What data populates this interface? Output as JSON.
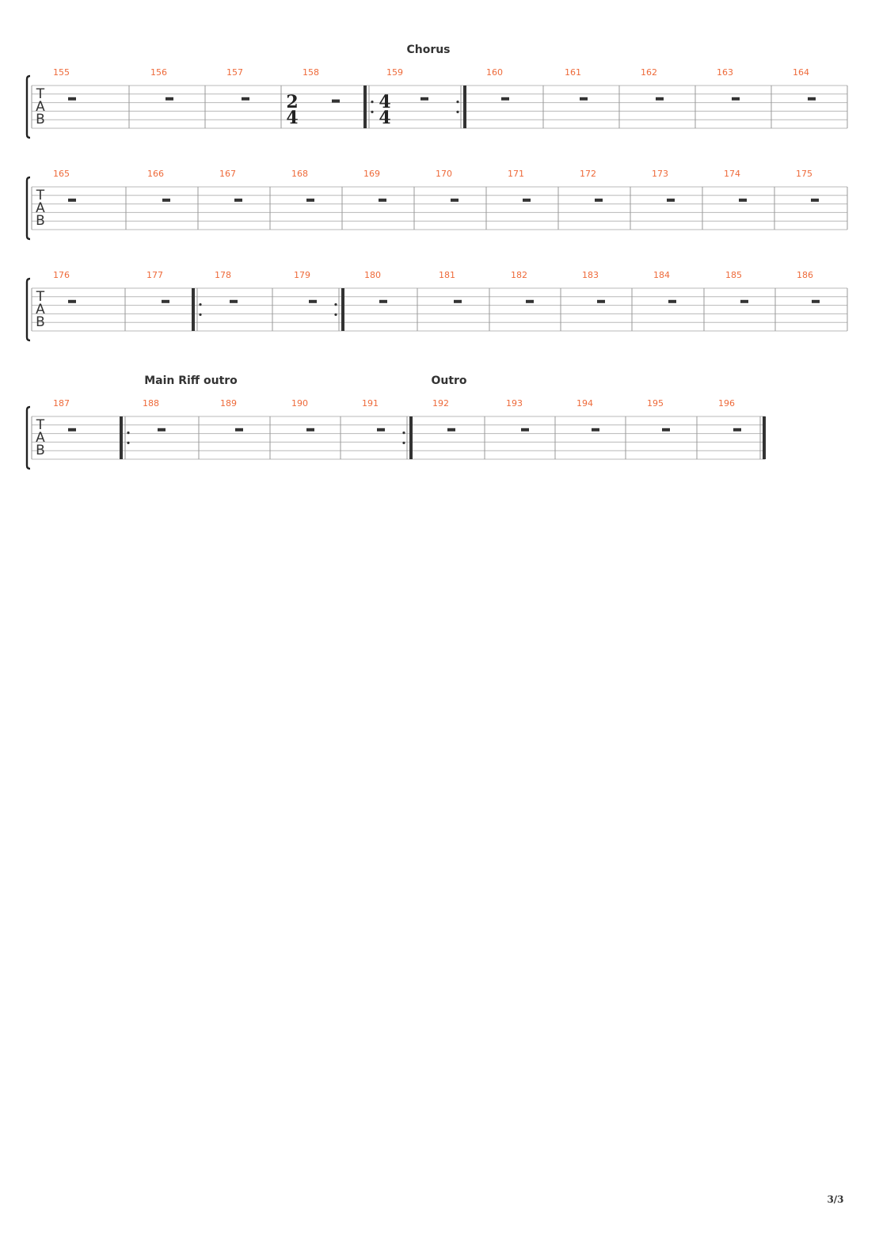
{
  "page": {
    "number_label": "3/3"
  },
  "colors": {
    "bar_number": "#ee6a3a",
    "staff_line": "#b8b8b8",
    "barline": "#999999",
    "ink": "#333333"
  },
  "tab_clef": [
    "T",
    "A",
    "B"
  ],
  "systems": [
    {
      "sections": [
        {
          "label": "Chorus",
          "at_measure": 4
        }
      ],
      "measures": [
        {
          "number": "155",
          "rest": "whole"
        },
        {
          "number": "156",
          "rest": "whole"
        },
        {
          "number": "157",
          "rest": "whole"
        },
        {
          "number": "158",
          "rest": "half",
          "time_signature": [
            "2",
            "4"
          ]
        },
        {
          "number": "159",
          "rest": "whole",
          "time_signature": [
            "4",
            "4"
          ],
          "repeat_start": true,
          "repeat_end": true
        },
        {
          "number": "160",
          "rest": "whole"
        },
        {
          "number": "161",
          "rest": "whole"
        },
        {
          "number": "162",
          "rest": "whole"
        },
        {
          "number": "163",
          "rest": "whole"
        },
        {
          "number": "164",
          "rest": "whole"
        }
      ]
    },
    {
      "sections": [],
      "measures": [
        {
          "number": "165",
          "rest": "whole"
        },
        {
          "number": "166",
          "rest": "whole"
        },
        {
          "number": "167",
          "rest": "whole"
        },
        {
          "number": "168",
          "rest": "whole"
        },
        {
          "number": "169",
          "rest": "whole"
        },
        {
          "number": "170",
          "rest": "whole"
        },
        {
          "number": "171",
          "rest": "whole"
        },
        {
          "number": "172",
          "rest": "whole"
        },
        {
          "number": "173",
          "rest": "whole"
        },
        {
          "number": "174",
          "rest": "whole"
        },
        {
          "number": "175",
          "rest": "whole"
        }
      ]
    },
    {
      "sections": [],
      "measures": [
        {
          "number": "176",
          "rest": "whole"
        },
        {
          "number": "177",
          "rest": "whole"
        },
        {
          "number": "178",
          "rest": "whole",
          "repeat_start": true
        },
        {
          "number": "179",
          "rest": "whole",
          "repeat_end": true
        },
        {
          "number": "180",
          "rest": "whole"
        },
        {
          "number": "181",
          "rest": "whole"
        },
        {
          "number": "182",
          "rest": "whole"
        },
        {
          "number": "183",
          "rest": "whole"
        },
        {
          "number": "184",
          "rest": "whole"
        },
        {
          "number": "185",
          "rest": "whole"
        },
        {
          "number": "186",
          "rest": "whole"
        }
      ]
    },
    {
      "sections": [
        {
          "label": "Main Riff outro",
          "at_measure": 1
        },
        {
          "label": "Outro",
          "at_measure": 5
        }
      ],
      "measures": [
        {
          "number": "187",
          "rest": "whole"
        },
        {
          "number": "188",
          "rest": "whole",
          "repeat_start": true
        },
        {
          "number": "189",
          "rest": "whole"
        },
        {
          "number": "190",
          "rest": "whole"
        },
        {
          "number": "191",
          "rest": "whole",
          "repeat_end": true
        },
        {
          "number": "192",
          "rest": "whole"
        },
        {
          "number": "193",
          "rest": "whole"
        },
        {
          "number": "194",
          "rest": "whole"
        },
        {
          "number": "195",
          "rest": "whole"
        },
        {
          "number": "196",
          "rest": "whole",
          "final": true
        }
      ]
    }
  ]
}
